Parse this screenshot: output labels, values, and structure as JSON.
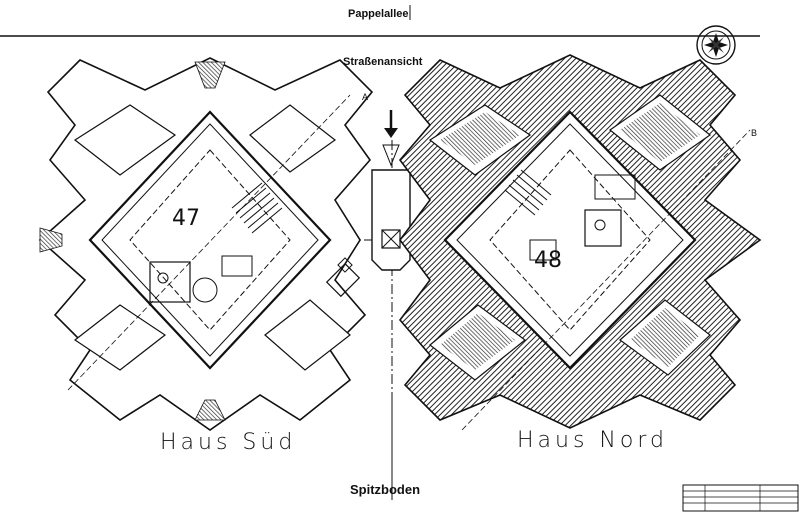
{
  "header": {
    "street": "Pappelallee"
  },
  "view": {
    "street_view": "Straßenansicht"
  },
  "houses": {
    "south": {
      "name": "Haus Süd",
      "number": "47"
    },
    "north": {
      "name": "Haus Nord",
      "number": "48"
    }
  },
  "footer": {
    "level": "Spitzboden"
  },
  "section_markers": {
    "a": "A",
    "b": "B"
  },
  "icons": {
    "compass": "compass-rose-icon",
    "entry_arrow": "arrow-down-icon"
  }
}
